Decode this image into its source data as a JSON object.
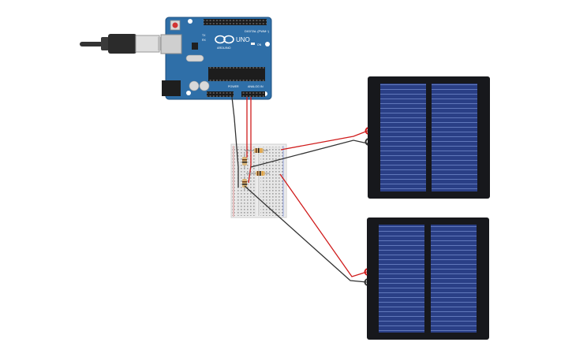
{
  "circuit": {
    "microcontroller": {
      "logo_text": "UNO",
      "brand_text": "ARDUINO",
      "digital_header_label": "DIGITAL (PWM~)",
      "power_header_label": "POWER",
      "analog_header_label": "ANALOG IN",
      "reset_label": "RESET",
      "tx_label": "TX",
      "rx_label": "RX",
      "on_label": "ON"
    },
    "resistor_count": 2,
    "solar_panel_count": 2,
    "colors": {
      "board_blue": "#2f6fa8",
      "wire_red": "#d01c1c",
      "wire_black": "#333333",
      "solar_cell": "#2a3f86",
      "solar_frame": "#17181c"
    }
  }
}
